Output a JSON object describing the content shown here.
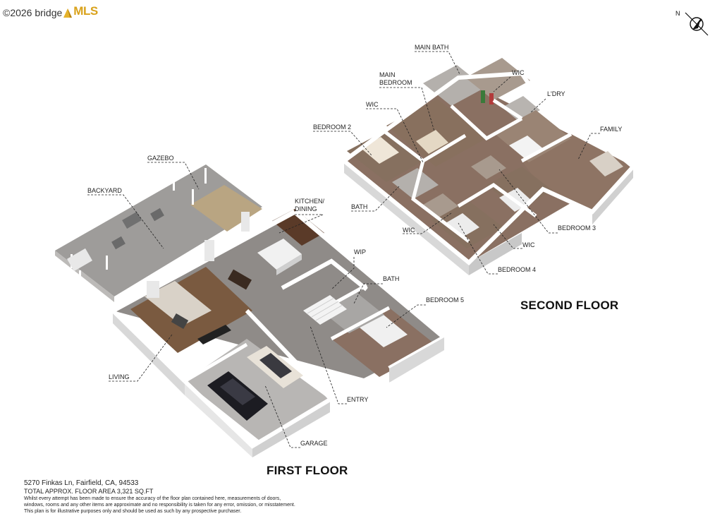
{
  "watermark": {
    "prefix": "©2026 bridge",
    "brand": "MLS"
  },
  "compass": {
    "north_label": "N"
  },
  "floors": {
    "first": "FIRST FLOOR",
    "second": "SECOND FLOOR"
  },
  "rooms": {
    "main_bath": "MAIN BATH",
    "wic_top": "WIC",
    "main_bedroom": "MAIN\nBEDROOM",
    "ldry": "L'DRY",
    "wic_left": "WIC",
    "bedroom2": "BEDROOM 2",
    "family": "FAMILY",
    "gazebo": "GAZEBO",
    "backyard": "BACKYARD",
    "kitchen": "KITCHEN/\nDINING",
    "bath2": "BATH",
    "wic_mid": "WIC",
    "bedroom3": "BEDROOM 3",
    "wic_b3": "WIC",
    "wip": "WIP",
    "bedroom4": "BEDROOM 4",
    "bath1": "BATH",
    "bedroom5": "BEDROOM 5",
    "living": "LIVING",
    "entry": "ENTRY",
    "garage": "GARAGE"
  },
  "footer": {
    "address": "5270 Finkas Ln, Fairfield, CA, 94533",
    "area": "TOTAL APPROX. FLOOR AREA 3,321 SQ.FT",
    "disclaimer1": "Whilst every attempt has been made to ensure the accuracy of the floor plan contained here, measurements of doors,",
    "disclaimer2": "windows, rooms and any other items are approximate and no responsibility is taken for any error, omission, or misstatement.",
    "disclaimer3": "This plan is for illustrative purposes only and should be used as such by any prospective purchaser."
  },
  "colors": {
    "wall": "#ffffff",
    "wall_side": "#d8d8d8",
    "floor_tile": "#8f8b88",
    "floor_wood": "#7a5a40",
    "carpet": "#8a7062",
    "patio": "#9e9c9a",
    "garage_floor": "#b8b6b4"
  }
}
